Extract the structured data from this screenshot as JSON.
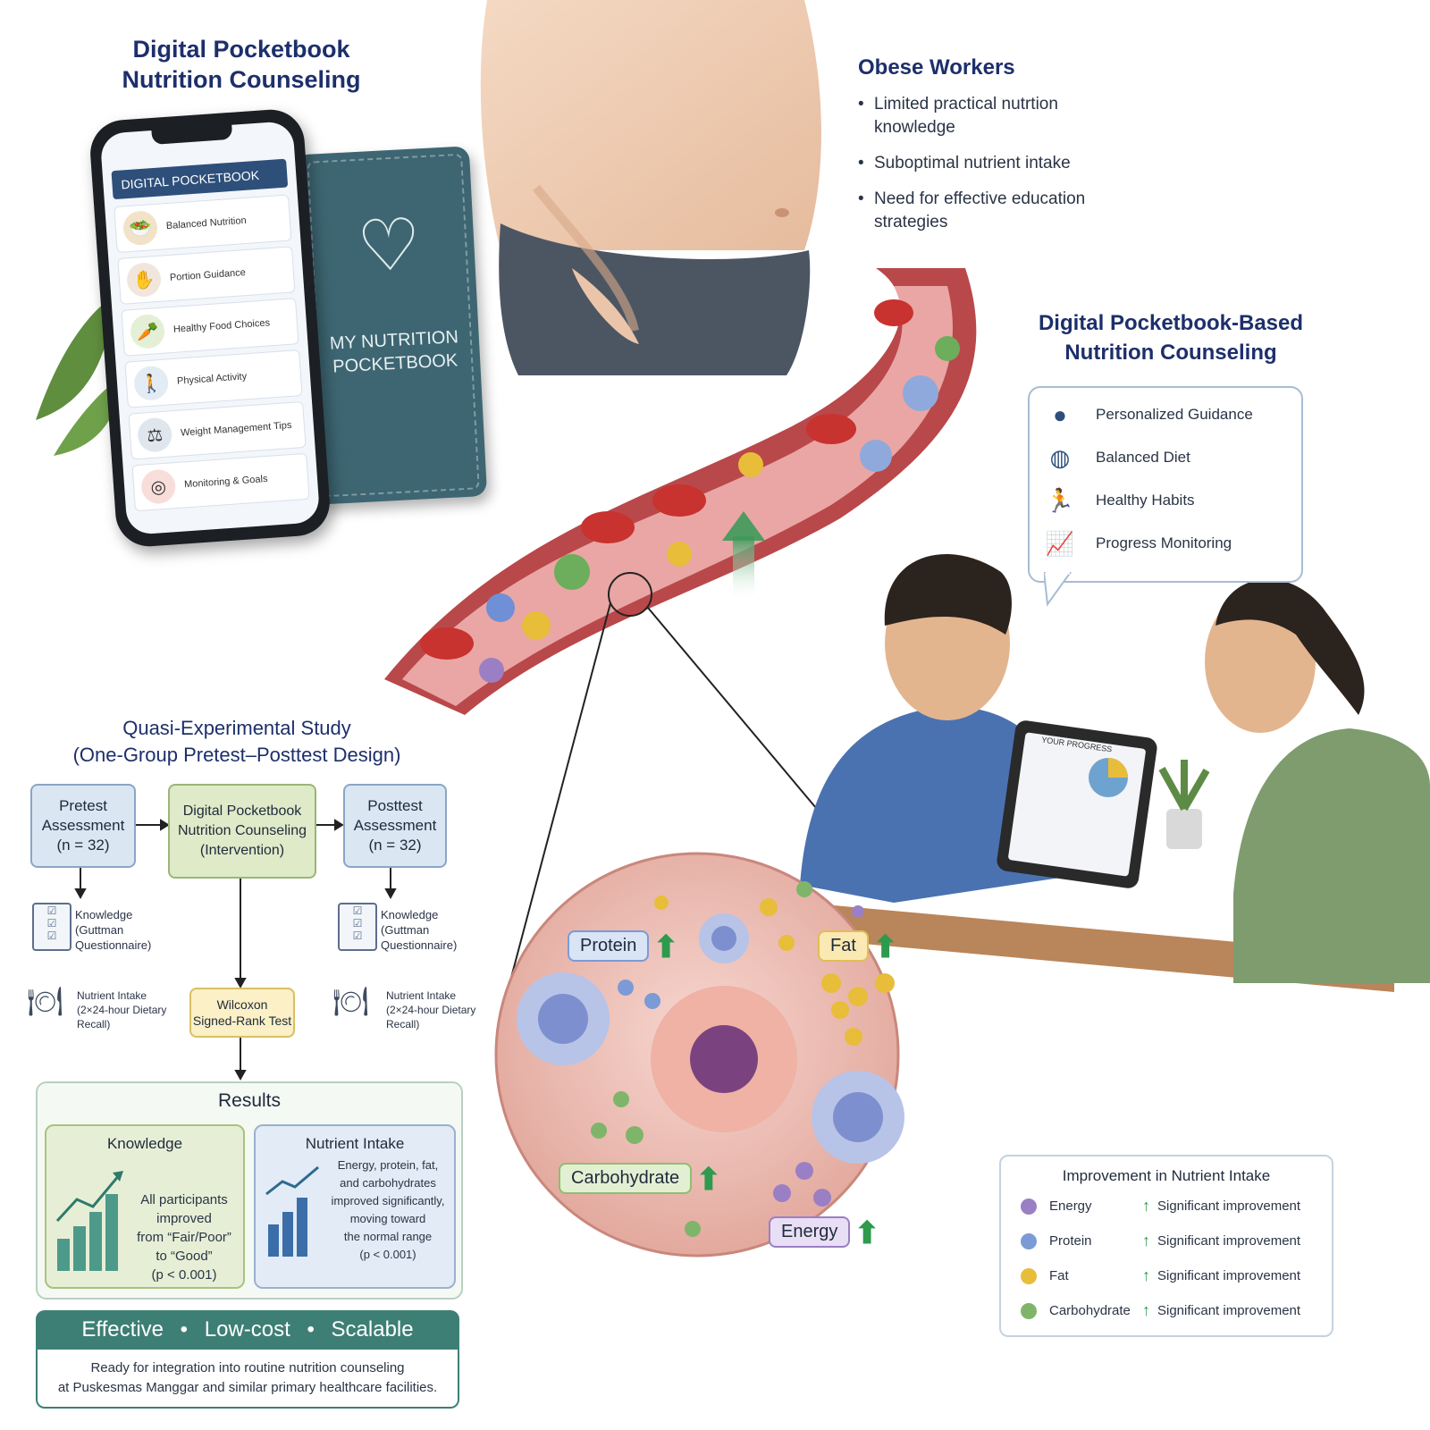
{
  "left_header": {
    "line1": "Digital Pocketbook",
    "line2": "Nutrition Counseling"
  },
  "phone": {
    "app_title": "DIGITAL POCKETBOOK",
    "items": [
      {
        "label": "Balanced Nutrition",
        "icon": "salad-bowl-icon"
      },
      {
        "label": "Portion Guidance",
        "icon": "measuring-hand-icon"
      },
      {
        "label": "Healthy Food Choices",
        "icon": "vegetables-icon"
      },
      {
        "label": "Physical Activity",
        "icon": "walking-person-icon"
      },
      {
        "label": "Weight Management Tips",
        "icon": "scale-icon"
      },
      {
        "label": "Monitoring & Goals",
        "icon": "target-icon"
      }
    ]
  },
  "book": {
    "line1": "MY NUTRITION",
    "line2": "POCKETBOOK"
  },
  "obese": {
    "title": "Obese Workers",
    "bullets": [
      "Limited practical nutrtion knowledge",
      "Suboptimal nutrient intake",
      "Need for effective education strategies"
    ]
  },
  "counseling": {
    "title_line1": "Digital Pocketbook-Based",
    "title_line2": "Nutrition Counseling",
    "items": [
      {
        "label": "Personalized Guidance",
        "icon": "person-icon"
      },
      {
        "label": "Balanced Diet",
        "icon": "food-plate-icon"
      },
      {
        "label": "Healthy Habits",
        "icon": "running-person-icon"
      },
      {
        "label": "Progress Monitoring",
        "icon": "bar-growth-icon"
      }
    ]
  },
  "tablet_text": "YOUR PROGRESS",
  "study": {
    "title_line1": "Quasi-Experimental Study",
    "title_line2": "(One-Group Pretest–Posttest Design)",
    "pretest": {
      "line1": "Pretest",
      "line2": "Assessment",
      "line3": "(n = 32)"
    },
    "intervention": {
      "line1": "Digital Pocketbook",
      "line2": "Nutrition Counseling",
      "line3": "(Intervention)"
    },
    "posttest": {
      "line1": "Posttest",
      "line2": "Assessment",
      "line3": "(n = 32)"
    },
    "knowledge": {
      "line1": "Knowledge",
      "line2": "(Guttman",
      "line3": "Questionnaire)"
    },
    "intake": {
      "line1": "Nutrient Intake",
      "line2": "(2×24-hour Dietary",
      "line3": "Recall)"
    },
    "test": {
      "line1": "Wilcoxon",
      "line2": "Signed-Rank Test"
    }
  },
  "results": {
    "title": "Results",
    "knowledge": {
      "title": "Knowledge",
      "lines": [
        "All participants",
        "improved",
        "from “Fair/Poor”",
        "to “Good”",
        "(p < 0.001)"
      ]
    },
    "intake": {
      "title": "Nutrient Intake",
      "lines": [
        "Energy, protein, fat,",
        "and carbohydrates",
        "improved significantly,",
        "moving toward",
        "the normal range",
        "(p < 0.001)"
      ]
    }
  },
  "banner": {
    "w1": "Effective",
    "w2": "Low-cost",
    "w3": "Scalable",
    "sep": "•",
    "foot1": "Ready for integration into routine nutrition counseling",
    "foot2": "at Puskesmas Manggar and similar primary healthcare facilities."
  },
  "nutrients": {
    "protein": "Protein",
    "fat": "Fat",
    "carbohydrate": "Carbohydrate",
    "energy": "Energy"
  },
  "legend": {
    "title": "Improvement in Nutrient Intake",
    "rows": [
      {
        "label": "Energy",
        "color": "#9b7fc4",
        "status": "Significant improvement"
      },
      {
        "label": "Protein",
        "color": "#7c9ad6",
        "status": "Significant improvement"
      },
      {
        "label": "Fat",
        "color": "#e8bd3a",
        "status": "Significant improvement"
      },
      {
        "label": "Carbohydrate",
        "color": "#7fb56a",
        "status": "Significant improvement"
      }
    ]
  },
  "colors": {
    "title": "#1d2f6b",
    "teal": "#3e7f75",
    "arrow_green": "#2e9a4e"
  }
}
